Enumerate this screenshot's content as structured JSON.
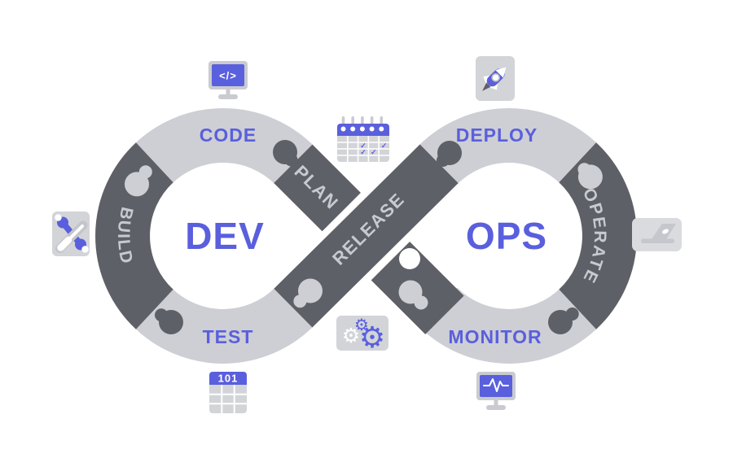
{
  "colors": {
    "purple": "#5a5fdd",
    "dark": "#5e6067",
    "light": "#cdcfd4",
    "icon-bg": "#d2d4d8",
    "frame-gray": "#c9cbd0",
    "label-dark": "#c8cad0",
    "pale-bg": "#dadbde",
    "pale-glyph": "#c5c7cc",
    "bg": "#ffffff"
  },
  "diagram": {
    "dev": {
      "label": "DEV",
      "stages": {
        "plan": "PLAN",
        "code": "CODE",
        "build": "BUILD",
        "test": "TEST"
      }
    },
    "ops": {
      "label": "OPS",
      "stages": {
        "release": "RELEASE",
        "deploy": "DEPLOY",
        "operate": "OPERATE",
        "monitor": "MONITOR"
      }
    }
  },
  "icons": {
    "code_monitor": {
      "name": "code-monitor-icon",
      "glyph": "</>"
    },
    "calendar": {
      "name": "calendar-icon",
      "check_glyph": "✓"
    },
    "rocket": {
      "name": "rocket-icon"
    },
    "tools": {
      "name": "tools-icon"
    },
    "laptop": {
      "name": "laptop-icon"
    },
    "gears": {
      "name": "gears-icon",
      "glyph": "⚙"
    },
    "binary_table": {
      "name": "binary-table-icon",
      "label": "101"
    },
    "pulse_monitor": {
      "name": "pulse-monitor-icon"
    }
  }
}
